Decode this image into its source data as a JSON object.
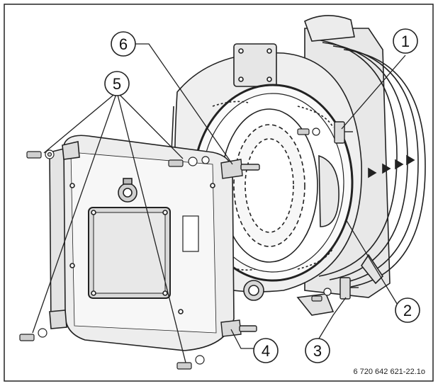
{
  "callouts": {
    "c1": "1",
    "c2": "2",
    "c3": "3",
    "c4": "4",
    "c5": "5",
    "c6": "6"
  },
  "figure_code": "6 720 642 621-22.1o",
  "colors": {
    "line": "#222222",
    "shade": "#cfcfcf",
    "light": "#f2f2f2",
    "background": "#ffffff"
  }
}
